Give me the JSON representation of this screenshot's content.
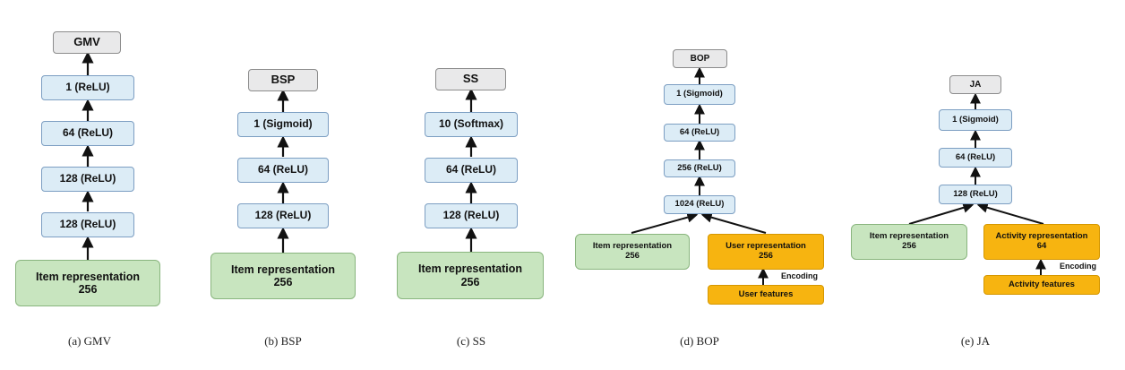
{
  "panels": [
    {
      "id": "gmv",
      "output": "GMV",
      "layers": [
        "1 (ReLU)",
        "64 (ReLU)",
        "128 (ReLU)",
        "128 (ReLU)"
      ],
      "item_rep": {
        "title": "Item representation",
        "dim": "256"
      },
      "caption": "(a)  GMV"
    },
    {
      "id": "bsp",
      "output": "BSP",
      "layers": [
        "1 (Sigmoid)",
        "64 (ReLU)",
        "128 (ReLU)"
      ],
      "item_rep": {
        "title": "Item representation",
        "dim": "256"
      },
      "caption": "(b)  BSP"
    },
    {
      "id": "ss",
      "output": "SS",
      "layers": [
        "10 (Softmax)",
        "64 (ReLU)",
        "128 (ReLU)"
      ],
      "item_rep": {
        "title": "Item representation",
        "dim": "256"
      },
      "caption": "(c)  SS"
    },
    {
      "id": "bop",
      "output": "BOP",
      "layers": [
        "1 (Sigmoid)",
        "64 (ReLU)",
        "256 (ReLU)",
        "1024 (ReLU)"
      ],
      "item_rep": {
        "title": "Item representation",
        "dim": "256"
      },
      "second_rep": {
        "title": "User representation",
        "dim": "256"
      },
      "encoding": "Encoding",
      "features": "User features",
      "caption": "(d)  BOP"
    },
    {
      "id": "ja",
      "output": "JA",
      "layers": [
        "1 (Sigmoid)",
        "64 (ReLU)",
        "128 (ReLU)"
      ],
      "item_rep": {
        "title": "Item representation",
        "dim": "256"
      },
      "second_rep": {
        "title": "Activity representation",
        "dim": "64"
      },
      "encoding": "Encoding",
      "features": "Activity features",
      "caption": "(e)  JA"
    }
  ]
}
